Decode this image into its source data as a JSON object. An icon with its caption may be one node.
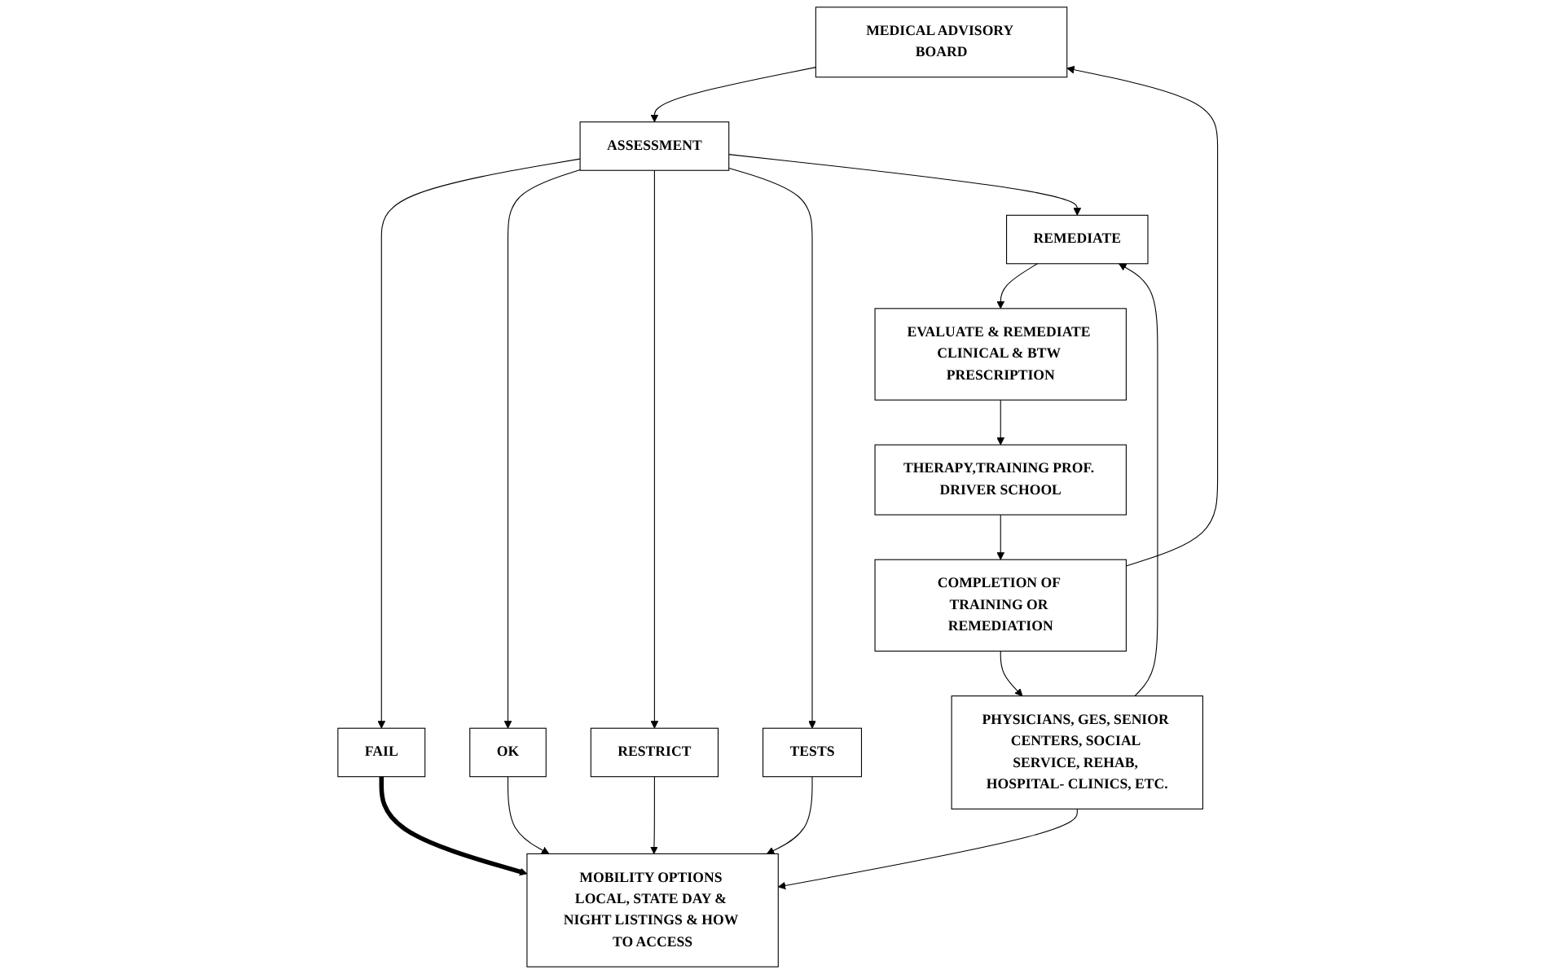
{
  "diagram": {
    "nodes": [
      {
        "text": [
          "MEDICAL ADVISORY BOARD"
        ]
      },
      {
        "text": [
          "COMPLETION OF TRAINING OR REMEDIATION"
        ]
      },
      {
        "text": [
          "PHYSICIANS, GES, SENIOR CENTERS, SOCIAL SERVICE, REHAB, HOSPITAL- CLINICS, ETC."
        ]
      },
      {
        "text": [
          "THERAPY,TRAINING PROF. DRIVER SCHOOL"
        ]
      },
      {
        "text": [
          "EVALUATE & REMEDIATE CLINICAL & BTW PRESCRIPTION"
        ]
      },
      {
        "text": [
          "ASSESSMENT"
        ]
      },
      {
        "text": [
          "REMEDIATE"
        ]
      },
      {
        "text": [
          "MOBILITY OPTIONS LOCAL, STATE DAY & NIGHT LISTINGS & HOW TO ACCESS"
        ]
      },
      {
        "text": [
          "FAIL"
        ]
      },
      {
        "text": [
          "OK"
        ]
      },
      {
        "text": [
          "RESTRICT"
        ]
      },
      {
        "text": [
          "TESTS"
        ]
      }
    ],
    "edges": [
      {
        "from": 1,
        "to": 0,
        "arrow": "to"
      },
      {
        "from": 1,
        "to": 2,
        "arrow": "to"
      },
      {
        "from": 3,
        "to": 1,
        "arrow": "to"
      },
      {
        "from": 4,
        "to": 3,
        "arrow": "to"
      },
      {
        "from": 6,
        "to": 4,
        "arrow": "to"
      },
      {
        "from": 0,
        "to": 5,
        "arrow": "to"
      },
      {
        "from": 5,
        "to": 8,
        "arrow": "to"
      },
      {
        "from": 5,
        "to": 9,
        "arrow": "to"
      },
      {
        "from": 5,
        "to": 10,
        "arrow": "to"
      },
      {
        "from": 5,
        "to": 11,
        "arrow": "to"
      },
      {
        "from": 5,
        "to": 6,
        "arrow": "to"
      },
      {
        "from": 2,
        "to": 6,
        "arrow": "to"
      },
      {
        "from": 2,
        "to": 7,
        "arrow": "to"
      },
      {
        "from": 8,
        "to": 7,
        "arrow": "to",
        "style": "thick"
      },
      {
        "from": 9,
        "to": 7,
        "arrow": "to"
      },
      {
        "from": 10,
        "to": 7,
        "arrow": "to"
      },
      {
        "from": 11,
        "to": 7,
        "arrow": "to"
      }
    ]
  }
}
